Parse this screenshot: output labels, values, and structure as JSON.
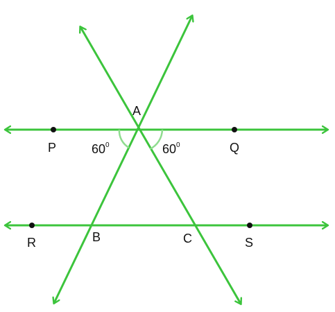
{
  "colors": {
    "line": "#3cc43c",
    "angle_arc": "#8fdc8f",
    "point": "#111111",
    "text": "#111111"
  },
  "labels": {
    "P": "P",
    "Q": "Q",
    "R": "R",
    "S": "S",
    "A": "A",
    "B": "B",
    "C": "C"
  },
  "angles": {
    "left": {
      "value": "60",
      "degree": "0"
    },
    "right": {
      "value": "60",
      "degree": "0"
    }
  }
}
